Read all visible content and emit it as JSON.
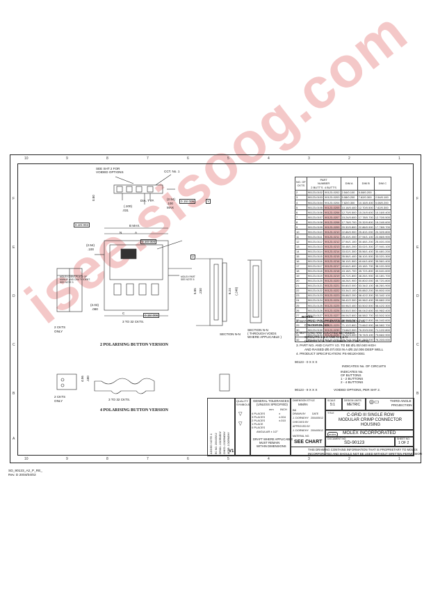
{
  "zones": {
    "top": [
      "10",
      "9",
      "8",
      "7",
      "6",
      "5",
      "4",
      "3",
      "2",
      "1"
    ],
    "side": [
      "A",
      "B",
      "C",
      "D",
      "E",
      "F"
    ],
    "bottom_left": [
      "10",
      "9",
      "8",
      "7",
      "6"
    ],
    "bottom_right": [
      "5",
      "4",
      "3",
      "2",
      "1"
    ]
  },
  "top_view": {
    "callout_voided": "SEE SHT 2 FOR",
    "callout_voided2": "VOIDED OPTIONS",
    "cct_no": "CCT. No. 1",
    "dia_typ": "DIA. TYP.",
    "d100": "(.100)",
    "d080": "0.80",
    "d031": ".031",
    "d254": "(2.54)",
    "d100b": ".100",
    "max": "MAX",
    "tol1": "0.15/.006",
    "datum_y": "Y"
  },
  "main_view": {
    "b_max": "B MAX.",
    "a": "A",
    "n": "N",
    "d254": "(2.54)",
    "d100": ".100",
    "tol_x": "0.10/.004",
    "tol_z": "0.10/.004",
    "polar_note1": "MOLEX IDENT,PLACE OF",
    "polar_note2": "MANUF. AND CAVITY IDENT.",
    "polar_note3": "SEE NOTE 3",
    "molex_part": "MOLEX PART",
    "see_note5": "SEE NOTE 5",
    "d203": "(2.03)",
    "d080": ".080",
    "c": "C",
    "tol_c": "0.15/.006",
    "ckts": "3 TO 32 CKTS.",
    "ckts2": "2 CKTS",
    "only": "ONLY",
    "d585": "5.85",
    "d230": ".230",
    "d624": "6.24",
    "d246": "(.246)",
    "datum_y": "Y"
  },
  "section": {
    "label": "SECTION N-N",
    "n_label": "SECTION N-N",
    "note1": "( THROUGH VOIDS",
    "note2": "WHERE APPLICABLE )"
  },
  "version2": {
    "title": "2 POLARISING BUTTON VERSION"
  },
  "version4": {
    "title": "4 POLARISING BUTTON VERSION",
    "ckts": "3 TO 32 CKTS.",
    "ckts2": "2 CKTS",
    "only": "ONLY",
    "d456": "4.56",
    "d180": ".180"
  },
  "table": {
    "headers": {
      "noof": "NO. OF",
      "ckts": "CKTS",
      "part": "PART",
      "number": "NUMBER",
      "col_a": "2 BUTT'S",
      "col_b": "4 BUTT'S",
      "dim_a": "DIM A",
      "dim_b": "DIM B",
      "dim_c": "DIM C"
    },
    "rows": [
      [
        "2",
        "90123-0102",
        "90123-0202",
        "2.54/0.100",
        "5.08/0.200",
        "-"
      ],
      [
        "3",
        "90123-0103",
        "90123-0203",
        "5.08/0.200",
        "7.62/0.300",
        "2.54/0.100"
      ],
      [
        "4",
        "90123-0104",
        "90123-0204",
        "7.62/0.300",
        "10.16/0.400",
        "5.08/0.200"
      ],
      [
        "5",
        "90123-0105",
        "90123-0205",
        "10.16/0.400",
        "12.70/0.500",
        "7.62/0.300"
      ],
      [
        "6",
        "90123-0106",
        "90123-0206",
        "12.70/0.500",
        "15.24/0.600",
        "10.16/0.400"
      ],
      [
        "7",
        "90123-0107",
        "90123-0207",
        "15.24/0.600",
        "17.78/0.700",
        "12.70/0.500"
      ],
      [
        "8",
        "90123-0108",
        "90123-0208",
        "17.78/0.700",
        "20.32/0.800",
        "15.24/0.600"
      ],
      [
        "9",
        "90123-0109",
        "90123-0209",
        "20.32/0.800",
        "22.86/0.900",
        "17.78/0.700"
      ],
      [
        "10",
        "90123-0110",
        "90123-0210",
        "22.86/0.900",
        "25.40/1.000",
        "20.32/0.800"
      ],
      [
        "11",
        "90123-0111",
        "90123-0211",
        "25.40/1.000",
        "27.94/1.100",
        "22.86/0.900"
      ],
      [
        "12",
        "90123-0112",
        "90123-0212",
        "27.94/1.100",
        "30.48/1.200",
        "25.40/1.000"
      ],
      [
        "13",
        "90123-0113",
        "90123-0213",
        "30.48/1.200",
        "33.02/1.300",
        "27.94/1.100"
      ],
      [
        "14",
        "90123-0114",
        "90123-0214",
        "33.02/1.300",
        "35.56/1.400",
        "30.48/1.200"
      ],
      [
        "15",
        "90123-0115",
        "90123-0215",
        "35.56/1.400",
        "38.10/1.500",
        "33.02/1.300"
      ],
      [
        "16",
        "90123-0116",
        "90123-0216",
        "38.10/1.500",
        "40.64/1.600",
        "35.56/1.400"
      ],
      [
        "17",
        "90123-0117",
        "90123-0217",
        "40.64/1.600",
        "43.18/1.700",
        "38.10/1.500"
      ],
      [
        "18",
        "90123-0118",
        "90123-0218",
        "43.18/1.700",
        "45.72/1.800",
        "40.64/1.600"
      ],
      [
        "19",
        "90123-0119",
        "90123-0219",
        "45.72/1.800",
        "48.26/1.900",
        "43.18/1.700"
      ],
      [
        "20",
        "90123-0120",
        "90123-0220",
        "48.26/1.900",
        "50.80/2.000",
        "45.72/1.800"
      ],
      [
        "21",
        "90123-0121",
        "90123-0221",
        "50.80/2.000",
        "53.34/2.100",
        "48.26/1.900"
      ],
      [
        "22",
        "90123-0122",
        "90123-0222",
        "53.34/2.100",
        "55.88/2.200",
        "50.80/2.000"
      ],
      [
        "23",
        "90123-0123",
        "90123-0223",
        "55.88/2.200",
        "58.42/2.300",
        "53.34/2.100"
      ],
      [
        "24",
        "90123-0124",
        "90123-0224",
        "58.42/2.300",
        "60.96/2.400",
        "55.88/2.200"
      ],
      [
        "25",
        "90123-0125",
        "90123-0225",
        "60.96/2.400",
        "63.50/2.500",
        "58.42/2.300"
      ],
      [
        "26",
        "90123-0126",
        "90123-0226",
        "63.50/2.500",
        "66.04/2.600",
        "60.96/2.400"
      ],
      [
        "27",
        "90123-0127",
        "90123-0227",
        "66.04/2.600",
        "68.58/2.700",
        "63.50/2.500"
      ],
      [
        "28",
        "90123-0128",
        "90123-0228",
        "68.58/2.700",
        "71.12/2.800",
        "66.04/2.600"
      ],
      [
        "29",
        "90123-0129",
        "90123-0229",
        "71.12/2.800",
        "73.66/2.900",
        "68.58/2.700"
      ],
      [
        "30",
        "90123-0130",
        "90123-0230",
        "73.66/2.900",
        "76.20/3.000",
        "71.12/2.800"
      ],
      [
        "31",
        "90123-0131",
        "90123-0231",
        "76.20/3.000",
        "78.74/3.100",
        "73.66/2.900"
      ],
      [
        "32",
        "90123-0132",
        "90123-0232",
        "78.74/3.100",
        "81.28/3.200",
        "76.20/3.000"
      ]
    ]
  },
  "notes": {
    "title": "NOTES:",
    "n1": "1. MATERIAL: POLYPHENYLENE OXIDE 94 V1",
    "n1b": "COLOUR BLACK.",
    "n2": "2. BUTTONS ARE LOCATED BETWEEN",
    "n2b": "CIRCUITS 1 & 2 AND N-1 & N",
    "n2c": "(WHERE N IS THE NUMBER OF CIRCUITS)",
    "n3": "3. PART NO. AND CAVITY I.D. TO BE Ø1.00/.040 HIGH",
    "n3b": "AND RAISED Ø0.07/.003 IN A Ø0.15/.006 DEEP WELL",
    "n4": "4. PRODUCT SPECIFICATION: PS-90120-0001",
    "code": "90123 - 0 X X X",
    "ind_ckt": "INDICATES No. OF CIRCUITS",
    "ind_no": "INDICATES No.",
    "ind_of": "OF BUTTONS",
    "ind_1": "1 - 2 BUTTONS",
    "ind_2": "2 - 4 BUTTONS",
    "code2": "90123 - 9 X X X",
    "voided": "VOIDED OPTIONS, PER SHT 2."
  },
  "title_block": {
    "quality": "QUALITY",
    "symbols": "SYMBOLS",
    "general_tol": "GENERAL TOLERANCES",
    "unless": "(UNLESS SPECIFIED)",
    "mm": "mm",
    "inch": "INCH",
    "places4": "4 PLACES",
    "places3": "3 PLACES",
    "places2": "2 PLACES",
    "places1": "1 PLACE",
    "places0": "0 PLACES",
    "pm": "±",
    "tol4": "±.004",
    "tol3": "±.010",
    "tol2": "±",
    "angular": "ANGULAR ± 1/2°",
    "draft": "DRAFT WHERE APPLICABLE",
    "must": "MUST REMAIN",
    "within": "WITHIN DIMENSIONS",
    "dim_style": "DIMENSION STYLE",
    "mm_inch": "MM/IN",
    "first_angle": "B8",
    "drawn_by": "DRAWN BY",
    "checked_by": "CHECKED BY",
    "approved_by": "APPROVED BY",
    "date": "DATE",
    "name1": "J. DORNEHY",
    "date1": "2004/05/12",
    "name2": "J. DORNEHY",
    "date2": "2004/05/12",
    "material": "MATERIAL NO.",
    "see_chart": "SEE CHART",
    "scale_lbl": "SCALE",
    "scale": "5:1",
    "design_units": "DESIGN UNITS",
    "units": "METRIC",
    "projection": "THIRD ANGLE",
    "projection2": "PROJECTION",
    "title_lbl": "TITLE",
    "title1": "C-GRID III SINGLE ROW",
    "title2": "MODULAR CRIMP CONNECTOR",
    "title3": "HOUSING",
    "company": "MOLEX INCORPORATED",
    "logo": "molex",
    "doc_lbl": "DOCUMENT NO.",
    "doc_no": "SD-90123",
    "sheet_lbl": "SHEET NO.",
    "sheet": "1 OF 2",
    "prop1": "THIS DRAWING CONTAINS INFORMATION THAT IS PROPRIETARY TO MOLEX",
    "prop2": "INCORPORATED AND SHOULD NOT BE USED WITHOUT WRITTEN PERMISSION",
    "rev_lbl": "REV",
    "rev": "A",
    "ecn": "EC No.",
    "added": "ADDED NOTE 4",
    "rev_v": "V1"
  },
  "revision_strip": [
    "EC NO. 2004/05/12",
    "DRWN: J.DORNEHY",
    "CHK'D: J.DORNEHY",
    "APPR: J.DORNEHY"
  ],
  "footer": {
    "line1": "SD_90123_A2_P_RE_",
    "line2": "Rev. D 2004/04/02"
  },
  "watermark": {
    "text": "isee.sisoog.com"
  },
  "colors": {
    "watermark": "#f0b4b4",
    "ink": "#111111",
    "highlight": "#f2c6c6"
  }
}
